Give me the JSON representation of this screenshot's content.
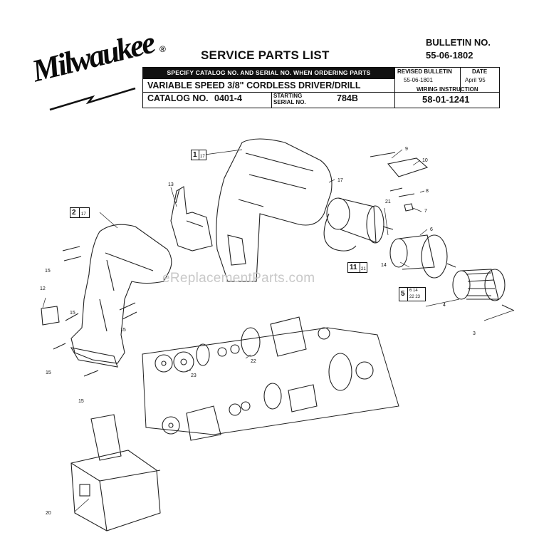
{
  "header": {
    "brand": "Milwaukee",
    "registered_mark": "®",
    "title": "SERVICE PARTS LIST",
    "bulletin_label": "BULLETIN NO.",
    "bulletin_no": "55-06-1802",
    "instruction": "SPECIFY CATALOG NO. AND SERIAL NO. WHEN ORDERING PARTS",
    "product": "VARIABLE SPEED   3/8\" CORDLESS DRIVER/DRILL",
    "catalog_label": "CATALOG NO.",
    "catalog_no": "0401-4",
    "serial_label_line1": "STARTING",
    "serial_label_line2": "SERIAL NO.",
    "serial_no": "784B",
    "revised_label": "REVISED BULLETIN",
    "revised_value": "55-06-1801",
    "date_label": "DATE",
    "date_value": "April '95",
    "wiring_label": "WIRING INSTRUCTION",
    "wiring_value": "58-01-1241"
  },
  "watermark": "eReplacementParts.com",
  "callouts": [
    {
      "id": "c3",
      "label": "3"
    },
    {
      "id": "c4",
      "label": "4"
    },
    {
      "id": "c6",
      "label": "6"
    },
    {
      "id": "c7",
      "label": "7"
    },
    {
      "id": "c8",
      "label": "8"
    },
    {
      "id": "c9",
      "label": "9"
    },
    {
      "id": "c10",
      "label": "10"
    },
    {
      "id": "c12",
      "label": "12"
    },
    {
      "id": "c13",
      "label": "13"
    },
    {
      "id": "c14",
      "label": "14"
    },
    {
      "id": "c15a",
      "label": "15"
    },
    {
      "id": "c15b",
      "label": "15"
    },
    {
      "id": "c15c",
      "label": "15"
    },
    {
      "id": "c15d",
      "label": "15"
    },
    {
      "id": "c15e",
      "label": "15"
    },
    {
      "id": "c17",
      "label": "17"
    },
    {
      "id": "c20",
      "label": "20"
    },
    {
      "id": "c21",
      "label": "21"
    },
    {
      "id": "c22",
      "label": "22"
    },
    {
      "id": "c23",
      "label": "23"
    }
  ],
  "kits": {
    "k1": {
      "main": "1",
      "sub": "17"
    },
    "k2": {
      "main": "2",
      "sub": "17"
    },
    "k11": {
      "main": "11",
      "sub": "21"
    },
    "k5": {
      "main": "5",
      "sub_top": "6  14",
      "sub_bottom": "22 23"
    }
  }
}
